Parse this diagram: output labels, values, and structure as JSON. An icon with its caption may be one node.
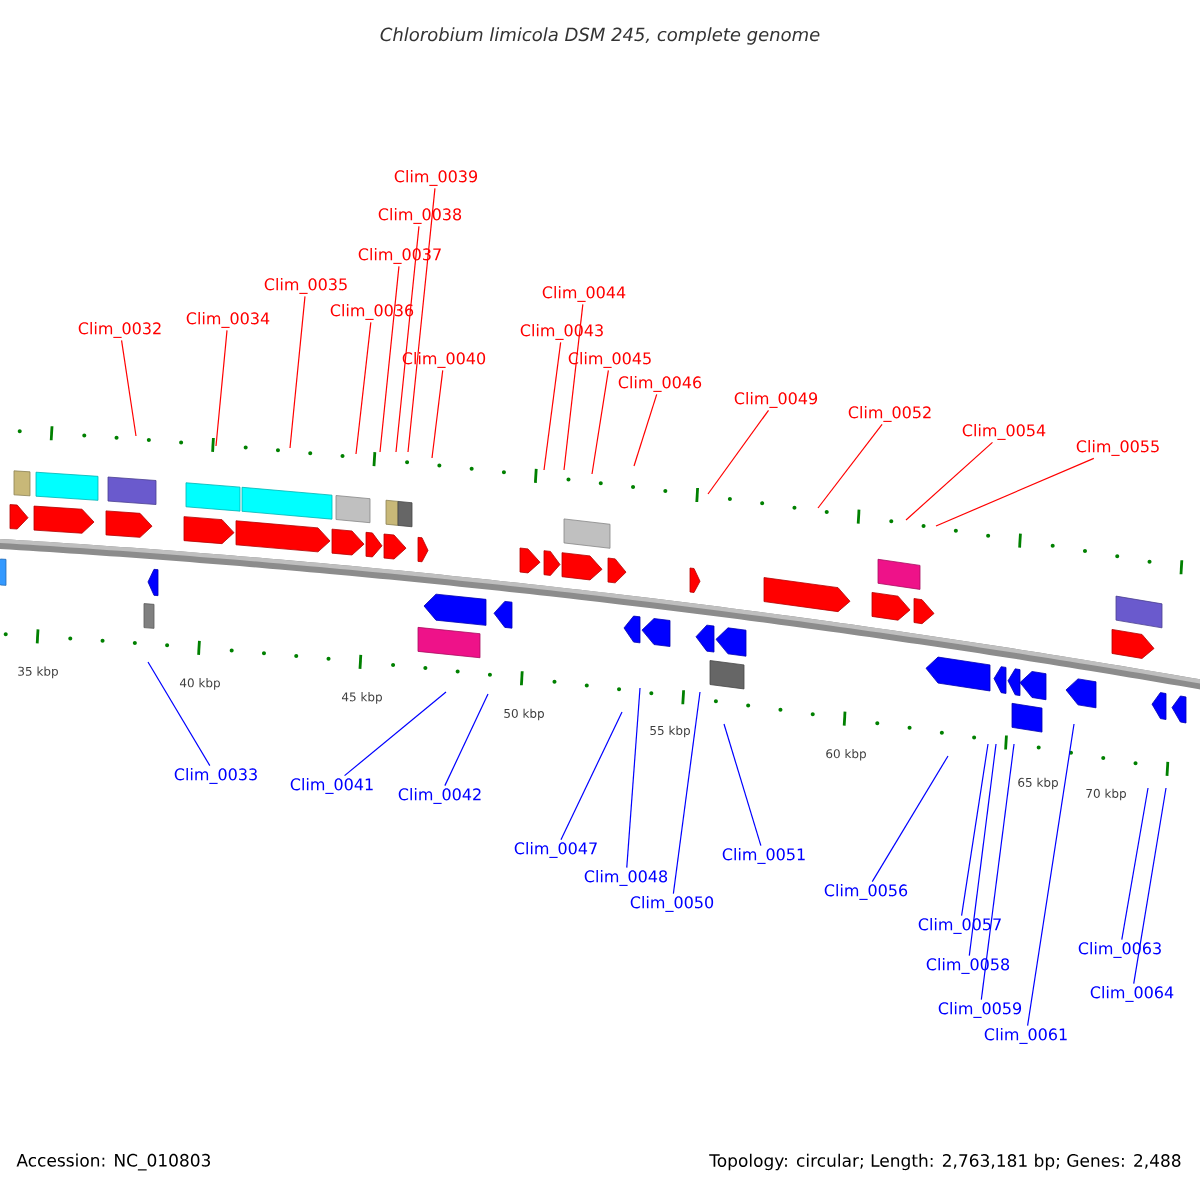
{
  "diagram": {
    "title": "Chlorobium limicola DSM 245, complete genome",
    "nodes": [
      {
        "text": [
          "Clim_0032"
        ]
      },
      {
        "text": [
          "Clim_0034"
        ]
      },
      {
        "text": [
          "Clim_0035"
        ]
      },
      {
        "text": [
          "Clim_0036"
        ]
      },
      {
        "text": [
          "Clim_0037"
        ]
      },
      {
        "text": [
          "Clim_0038"
        ]
      },
      {
        "text": [
          "Clim_0039"
        ]
      },
      {
        "text": [
          "Clim_0040"
        ]
      },
      {
        "text": [
          "Clim_0043"
        ]
      },
      {
        "text": [
          "Clim_0044"
        ]
      },
      {
        "text": [
          "Clim_0045"
        ]
      },
      {
        "text": [
          "Clim_0046"
        ]
      },
      {
        "text": [
          "Clim_0049"
        ]
      },
      {
        "text": [
          "Clim_0052"
        ]
      },
      {
        "text": [
          "Clim_0054"
        ]
      },
      {
        "text": [
          "Clim_0055"
        ]
      },
      {
        "text": [
          "Clim_0033"
        ]
      },
      {
        "text": [
          "Clim_0041"
        ]
      },
      {
        "text": [
          "Clim_0042"
        ]
      },
      {
        "text": [
          "Clim_0047"
        ]
      },
      {
        "text": [
          "Clim_0048"
        ]
      },
      {
        "text": [
          "Clim_0050"
        ]
      },
      {
        "text": [
          "Clim_0051"
        ]
      },
      {
        "text": [
          "Clim_0056"
        ]
      },
      {
        "text": [
          "Clim_0057"
        ]
      },
      {
        "text": [
          "Clim_0058"
        ]
      },
      {
        "text": [
          "Clim_0059"
        ]
      },
      {
        "text": [
          "Clim_0061"
        ]
      },
      {
        "text": [
          "Clim_0063"
        ]
      },
      {
        "text": [
          "Clim_0064"
        ]
      }
    ],
    "edges": [
      {
        "from": 0,
        "to": null,
        "arrow": "none"
      },
      {
        "from": 1,
        "to": null,
        "arrow": "none"
      },
      {
        "from": 2,
        "to": null,
        "arrow": "none"
      },
      {
        "from": 3,
        "to": null,
        "arrow": "none"
      },
      {
        "from": 4,
        "to": null,
        "arrow": "none"
      },
      {
        "from": 5,
        "to": null,
        "arrow": "none"
      },
      {
        "from": 6,
        "to": null,
        "arrow": "none"
      },
      {
        "from": 7,
        "to": null,
        "arrow": "none"
      },
      {
        "from": 8,
        "to": null,
        "arrow": "none"
      },
      {
        "from": 9,
        "to": null,
        "arrow": "none"
      },
      {
        "from": 10,
        "to": null,
        "arrow": "none"
      },
      {
        "from": 11,
        "to": null,
        "arrow": "none"
      },
      {
        "from": 12,
        "to": null,
        "arrow": "none"
      },
      {
        "from": 13,
        "to": null,
        "arrow": "none"
      },
      {
        "from": 14,
        "to": null,
        "arrow": "none"
      },
      {
        "from": 15,
        "to": null,
        "arrow": "none"
      },
      {
        "from": 16,
        "to": null,
        "arrow": "none",
        "color": "#0000ff"
      },
      {
        "from": 17,
        "to": null,
        "arrow": "none",
        "color": "#0000ff"
      },
      {
        "from": 18,
        "to": null,
        "arrow": "none",
        "color": "#0000ff"
      },
      {
        "from": 19,
        "to": null,
        "arrow": "none",
        "color": "#0000ff"
      },
      {
        "from": 20,
        "to": null,
        "arrow": "none",
        "color": "#0000ff"
      },
      {
        "from": 21,
        "to": null,
        "arrow": "none",
        "color": "#0000ff"
      },
      {
        "from": 22,
        "to": null,
        "arrow": "none",
        "color": "#0000ff"
      },
      {
        "from": 23,
        "to": null,
        "arrow": "none",
        "color": "#0000ff"
      },
      {
        "from": 24,
        "to": null,
        "arrow": "none",
        "color": "#0000ff"
      },
      {
        "from": 25,
        "to": null,
        "arrow": "none",
        "color": "#0000ff"
      },
      {
        "from": 26,
        "to": null,
        "arrow": "none",
        "color": "#0000ff"
      },
      {
        "from": 27,
        "to": null,
        "arrow": "none",
        "color": "#0000ff"
      },
      {
        "from": 28,
        "to": null,
        "arrow": "none",
        "color": "#0000ff"
      },
      {
        "from": 29,
        "to": null,
        "arrow": "none",
        "color": "#0000ff"
      }
    ],
    "labels": [
      "35 kbp",
      "40 kbp",
      "45 kbp",
      "50 kbp",
      "55 kbp",
      "60 kbp",
      "65 kbp",
      "70 kbp",
      "Accession: NC_010803",
      "Topology: circular; Length: 2,763,181 bp; Genes: 2,488"
    ]
  }
}
